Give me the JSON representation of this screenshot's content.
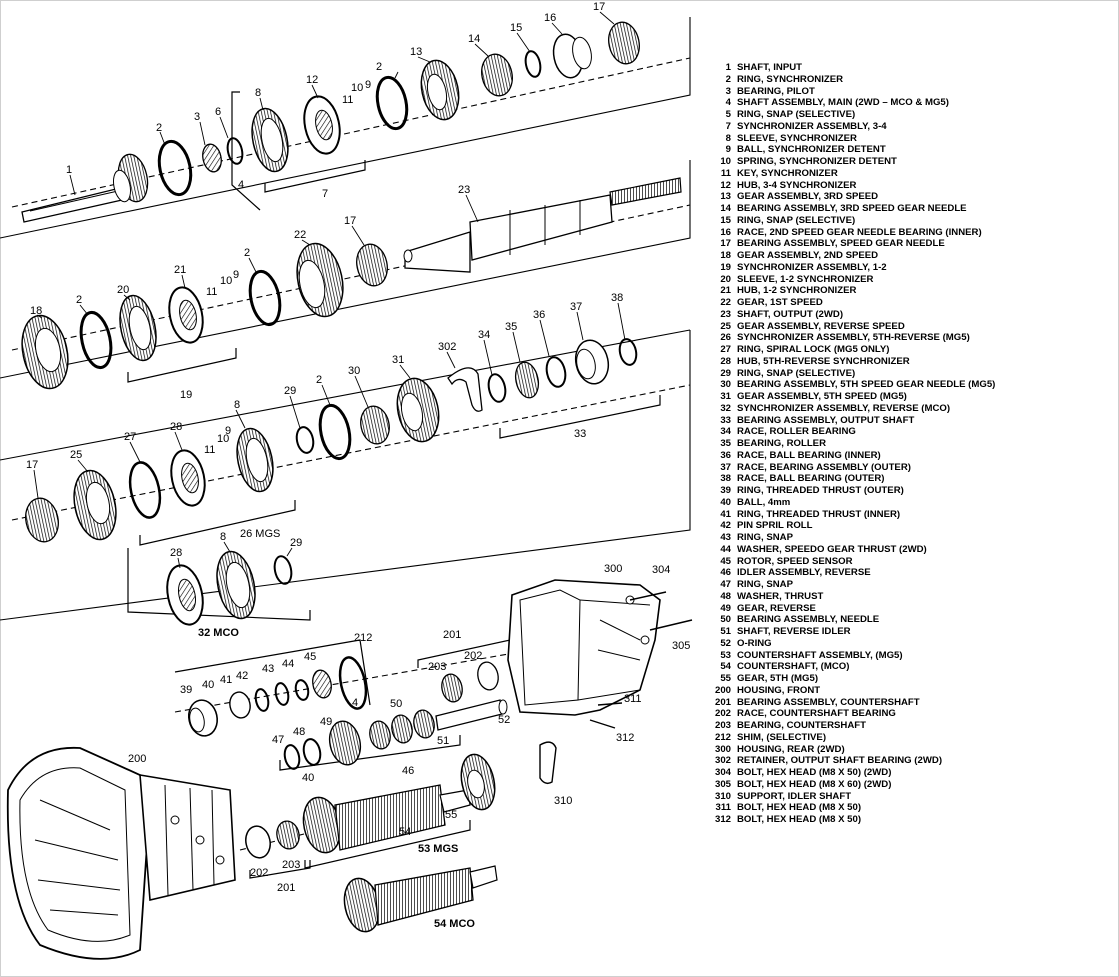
{
  "callouts": {
    "c1": "1",
    "c2a": "2",
    "c3": "3",
    "c6": "6",
    "c8a": "8",
    "c4a": "4",
    "c12": "12",
    "c11a": "11",
    "c10a": "10",
    "c9a": "9",
    "c7": "7",
    "c2b": "2",
    "c13": "13",
    "c14": "14",
    "c15": "15",
    "c16": "16",
    "c17a": "17",
    "c23": "23",
    "c18": "18",
    "c2c": "2",
    "c20": "20",
    "c21": "21",
    "c11b": "11",
    "c10b": "10",
    "c9b": "9",
    "c19": "19",
    "c2d": "2",
    "c22": "22",
    "c17b": "17",
    "c34": "34",
    "c35": "35",
    "c36": "36",
    "c37": "37",
    "c38": "38",
    "c302": "302",
    "c33": "33",
    "c17c": "17",
    "c25": "25",
    "c27": "27",
    "c28a": "28",
    "c11c": "11",
    "c10c": "10",
    "c9c": "9",
    "c8b": "8",
    "c29a": "29",
    "c2e": "2",
    "c30": "30",
    "c31": "31",
    "c26": "26 MGS",
    "c28b": "28",
    "c8c": "8",
    "c29b": "29",
    "c32": "32 MCO",
    "c300": "300",
    "c304": "304",
    "c305": "305",
    "c201a": "201",
    "c212": "212",
    "c203a": "203",
    "c202a": "202",
    "c39": "39",
    "c40a": "40",
    "c41": "41",
    "c42": "42",
    "c43": "43",
    "c44": "44",
    "c45": "45",
    "c4b": "4",
    "c47": "47",
    "c48": "48",
    "c49": "49",
    "c50": "50",
    "c51": "51",
    "c52": "52",
    "c40b": "40",
    "c46": "46",
    "c311": "311",
    "c312": "312",
    "c310": "310",
    "c200": "200",
    "c55": "55",
    "c54a": "54",
    "c202b": "202",
    "c203b": "203",
    "c201b": "201",
    "c53": "53 MGS",
    "c54b": "54 MCO"
  },
  "legend": [
    {
      "num": "1",
      "text": "SHAFT, INPUT"
    },
    {
      "num": "2",
      "text": "RING, SYNCHRONIZER"
    },
    {
      "num": "3",
      "text": "BEARING, PILOT"
    },
    {
      "num": "4",
      "text": "SHAFT ASSEMBLY, MAIN (2WD – MCO & MG5)"
    },
    {
      "num": "5",
      "text": "RING, SNAP (SELECTIVE)"
    },
    {
      "num": "7",
      "text": "SYNCHRONIZER ASSEMBLY, 3-4"
    },
    {
      "num": "8",
      "text": "SLEEVE, SYNCHRONIZER"
    },
    {
      "num": "9",
      "text": "BALL, SYNCHRONIZER DETENT"
    },
    {
      "num": "10",
      "text": "SPRING, SYNCHRONIZER DETENT"
    },
    {
      "num": "11",
      "text": "KEY, SYNCHRONIZER"
    },
    {
      "num": "12",
      "text": "HUB, 3-4 SYNCHRONIZER"
    },
    {
      "num": "13",
      "text": "GEAR ASSEMBLY, 3RD SPEED"
    },
    {
      "num": "14",
      "text": "BEARING ASSEMBLY, 3RD SPEED GEAR NEEDLE"
    },
    {
      "num": "15",
      "text": "RING, SNAP (SELECTIVE)"
    },
    {
      "num": "16",
      "text": "RACE, 2ND SPEED GEAR NEEDLE BEARING (INNER)"
    },
    {
      "num": "17",
      "text": "BEARING ASSEMBLY, SPEED GEAR NEEDLE"
    },
    {
      "num": "18",
      "text": "GEAR ASSEMBLY, 2ND SPEED"
    },
    {
      "num": "19",
      "text": "SYNCHRONIZER ASSEMBLY, 1-2"
    },
    {
      "num": "20",
      "text": "SLEEVE, 1-2 SYNCHRONIZER"
    },
    {
      "num": "21",
      "text": "HUB, 1-2 SYNCHRONIZER"
    },
    {
      "num": "22",
      "text": "GEAR, 1ST SPEED"
    },
    {
      "num": "23",
      "text": "SHAFT, OUTPUT (2WD)"
    },
    {
      "num": "25",
      "text": "GEAR ASSEMBLY, REVERSE SPEED"
    },
    {
      "num": "26",
      "text": "SYNCHRONIZER ASSEMBLY, 5TH-REVERSE (MG5)"
    },
    {
      "num": "27",
      "text": "RING, SPIRAL LOCK (MG5 ONLY)"
    },
    {
      "num": "28",
      "text": "HUB, 5TH-REVERSE SYNCHRONIZER"
    },
    {
      "num": "29",
      "text": "RING, SNAP (SELECTIVE)"
    },
    {
      "num": "30",
      "text": "BEARING ASSEMBLY, 5TH SPEED GEAR NEEDLE (MG5)"
    },
    {
      "num": "31",
      "text": "GEAR ASSEMBLY, 5TH SPEED (MG5)"
    },
    {
      "num": "32",
      "text": "SYNCHRONIZER ASSEMBLY, REVERSE (MCO)"
    },
    {
      "num": "33",
      "text": "BEARING ASSEMBLY, OUTPUT SHAFT"
    },
    {
      "num": "34",
      "text": "RACE, ROLLER BEARING"
    },
    {
      "num": "35",
      "text": "BEARING, ROLLER"
    },
    {
      "num": "36",
      "text": "RACE, BALL BEARING (INNER)"
    },
    {
      "num": "37",
      "text": "RACE, BEARING ASSEMBLY (OUTER)"
    },
    {
      "num": "38",
      "text": "RACE, BALL BEARING (OUTER)"
    },
    {
      "num": "39",
      "text": "RING, THREADED THRUST (OUTER)"
    },
    {
      "num": "40",
      "text": "BALL, 4mm"
    },
    {
      "num": "41",
      "text": "RING, THREADED THRUST (INNER)"
    },
    {
      "num": "42",
      "text": "PIN SPRIL ROLL"
    },
    {
      "num": "43",
      "text": "RING, SNAP"
    },
    {
      "num": "44",
      "text": "WASHER, SPEEDO GEAR THRUST (2WD)"
    },
    {
      "num": "45",
      "text": "ROTOR, SPEED SENSOR"
    },
    {
      "num": "46",
      "text": "IDLER ASSEMBLY, REVERSE"
    },
    {
      "num": "47",
      "text": "RING, SNAP"
    },
    {
      "num": "48",
      "text": "WASHER, THRUST"
    },
    {
      "num": "49",
      "text": "GEAR, REVERSE"
    },
    {
      "num": "50",
      "text": "BEARING ASSEMBLY, NEEDLE"
    },
    {
      "num": "51",
      "text": "SHAFT, REVERSE IDLER"
    },
    {
      "num": "52",
      "text": "O-RING"
    },
    {
      "num": "53",
      "text": "COUNTERSHAFT ASSEMBLY, (MG5)"
    },
    {
      "num": "54",
      "text": "COUNTERSHAFT, (MCO)"
    },
    {
      "num": "55",
      "text": "GEAR, 5TH (MG5)"
    },
    {
      "num": "200",
      "text": "HOUSING, FRONT"
    },
    {
      "num": "201",
      "text": "BEARING ASSEMBLY, COUNTERSHAFT"
    },
    {
      "num": "202",
      "text": "RACE, COUNTERSHAFT BEARING"
    },
    {
      "num": "203",
      "text": "BEARING, COUNTERSHAFT"
    },
    {
      "num": "212",
      "text": "SHIM, (SELECTIVE)"
    },
    {
      "num": "300",
      "text": "HOUSING, REAR (2WD)"
    },
    {
      "num": "302",
      "text": "RETAINER, OUTPUT SHAFT BEARING (2WD)"
    },
    {
      "num": "304",
      "text": "BOLT, HEX HEAD (M8 X 50) (2WD)"
    },
    {
      "num": "305",
      "text": "BOLT, HEX HEAD (M8 X 60) (2WD)"
    },
    {
      "num": "310",
      "text": "SUPPORT, IDLER SHAFT"
    },
    {
      "num": "311",
      "text": "BOLT, HEX HEAD (M8 X 50)"
    },
    {
      "num": "312",
      "text": "BOLT, HEX HEAD (M8 X 50)"
    }
  ]
}
